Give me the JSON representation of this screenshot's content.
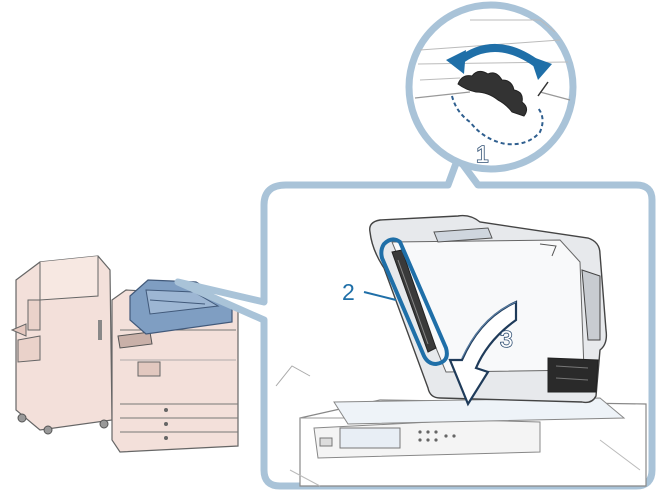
{
  "illustration": {
    "subject": "copier",
    "callouts": [
      {
        "label": "1"
      },
      {
        "label": "2"
      },
      {
        "label": "3"
      }
    ],
    "colors": {
      "callout_frame": "#a9c3d8",
      "highlight": "#1f6fa8",
      "feeder_blue": "#7f9ec2",
      "machine_pink": "#f3e0da",
      "outline": "#555555"
    }
  }
}
